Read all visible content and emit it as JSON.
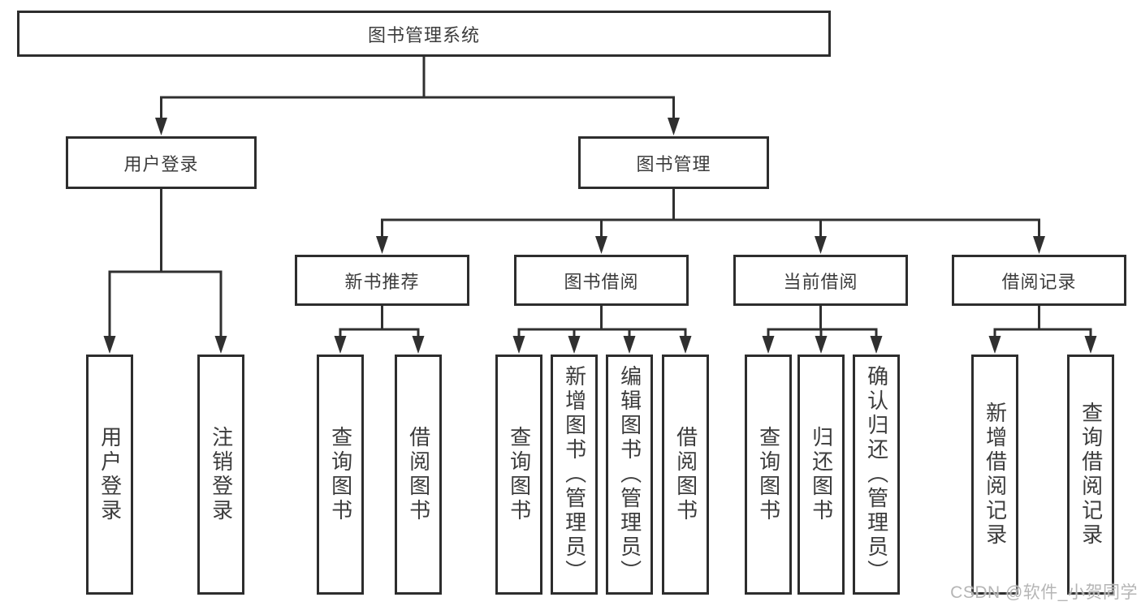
{
  "tree": {
    "root": "图书管理系统",
    "branches": [
      {
        "label": "用户登录",
        "children": [
          "用户登录",
          "注销登录"
        ]
      },
      {
        "label": "图书管理",
        "sections": [
          {
            "label": "新书推荐",
            "children": [
              "查询图书",
              "借阅图书"
            ]
          },
          {
            "label": "图书借阅",
            "children": [
              "查询图书",
              "新增图书（管理员）",
              "编辑图书（管理员）",
              "借阅图书"
            ]
          },
          {
            "label": "当前借阅",
            "children": [
              "查询图书",
              "归还图书",
              "确认归还（管理员）"
            ]
          },
          {
            "label": "借阅记录",
            "children": [
              "新增借阅记录",
              "查询借阅记录"
            ]
          }
        ]
      }
    ]
  },
  "watermark": {
    "text": "CSDN @软件_小贺同学"
  },
  "colors": {
    "line": "#303030",
    "box_border": "#2d2d2d",
    "text": "#3c3c3c",
    "watermark": "#b5b5b5",
    "background": "#ffffff"
  }
}
